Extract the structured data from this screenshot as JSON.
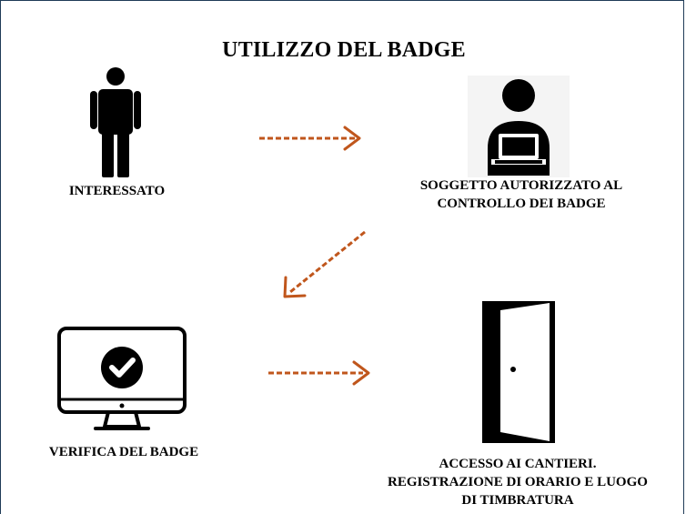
{
  "title": "UTILIZZO DEL BADGE",
  "nodes": {
    "interessato": {
      "label": "INTERESSATO",
      "icon": "person-icon"
    },
    "soggetto": {
      "label_line1": "SOGGETTO AUTORIZZATO AL",
      "label_line2": "CONTROLLO DEI BADGE",
      "icon": "operator-laptop-icon"
    },
    "verifica": {
      "label": "VERIFICA DEL BADGE",
      "icon": "monitor-check-icon"
    },
    "accesso": {
      "label_line1": "ACCESSO AI CANTIERI.",
      "label_line2": "REGISTRAZIONE DI ORARIO E LUOGO",
      "label_line3": "DI TIMBRATURA",
      "icon": "door-icon"
    }
  },
  "colors": {
    "arrow": "#c0561c",
    "frame": "#1f3b57",
    "ink": "#000000"
  }
}
